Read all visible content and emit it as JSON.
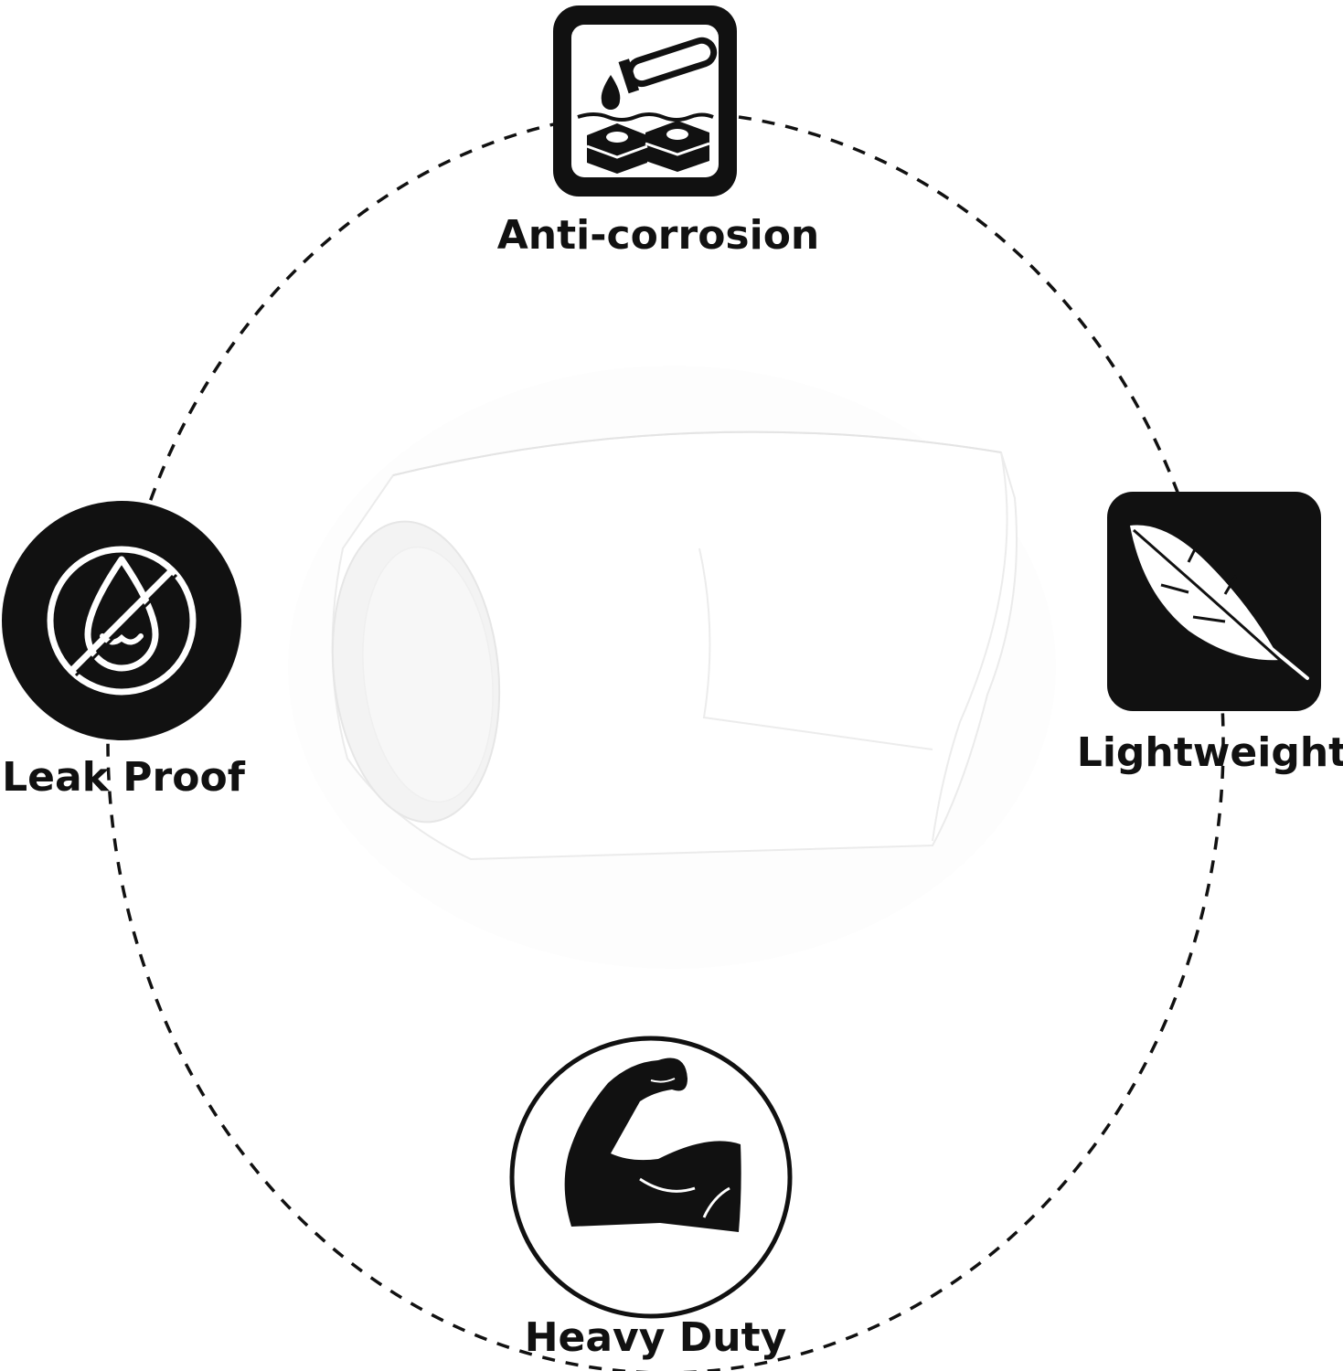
{
  "features": {
    "top": {
      "label": "Anti-corrosion",
      "icon": "anti-corrosion-icon"
    },
    "left": {
      "label": "Leak Proof",
      "icon": "leak-proof-icon"
    },
    "right": {
      "label": "Lightweight",
      "icon": "feather-icon"
    },
    "bottom": {
      "label": "Heavy Duty",
      "icon": "flexed-arm-icon"
    }
  },
  "product": {
    "icon": "pvc-45-degree-elbow-fitting"
  },
  "colors": {
    "icon_dark": "#111111",
    "background": "#ffffff",
    "fitting": "#ffffff"
  }
}
